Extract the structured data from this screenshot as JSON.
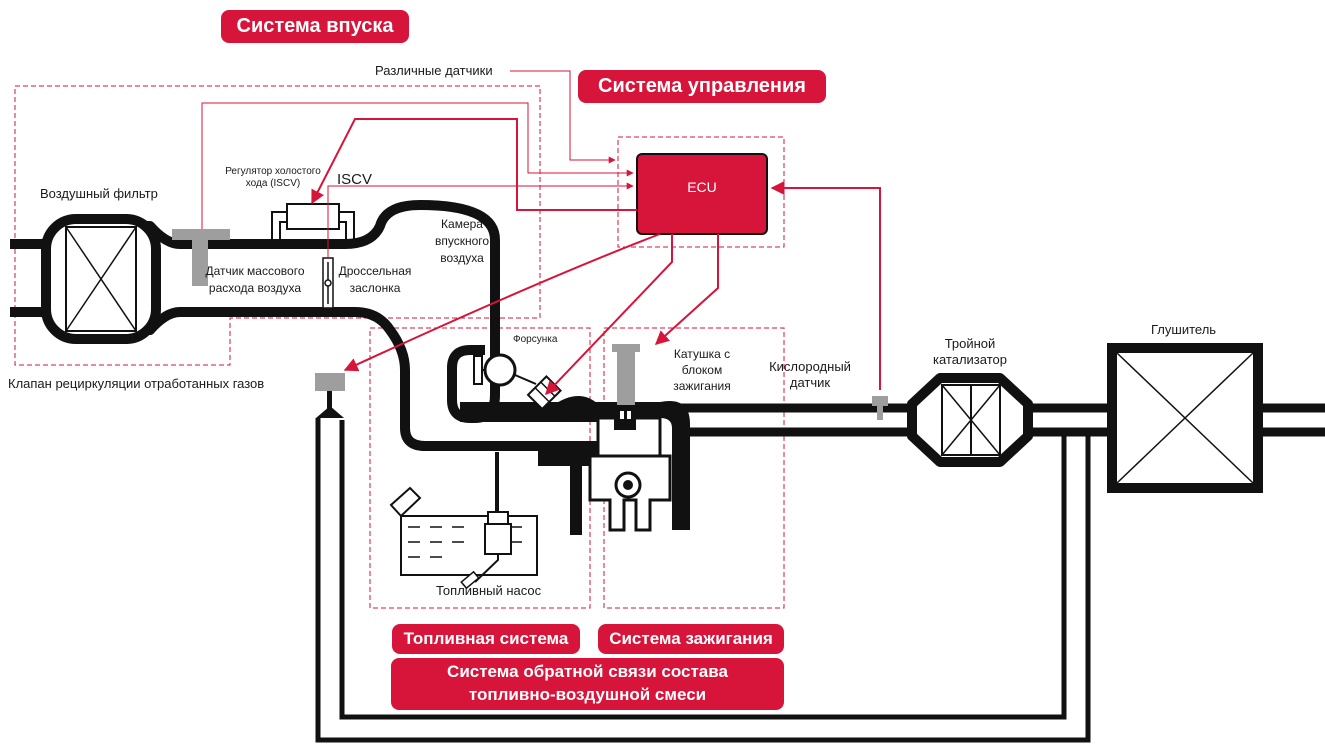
{
  "colors": {
    "accent": "#d7143a",
    "pipe": "#111111",
    "sensor": "#9e9e9e"
  },
  "headings": {
    "intake": "Система впуска",
    "control": "Система управления",
    "fuel": "Топливная система",
    "ignition": "Система зажигания",
    "feedback_line1": "Система обратной связи состава",
    "feedback_line2": "топливно-воздушной смеси"
  },
  "ecu": {
    "label": "ECU"
  },
  "labels": {
    "various_sensors": "Различные датчики",
    "iscv_desc_line1": "Регулятор холостого",
    "iscv_desc_line2": "хода (ISCV)",
    "iscv": "ISCV",
    "air_filter": "Воздушный фильтр",
    "intake_chamber_line1": "Камера",
    "intake_chamber_line2": "впускного",
    "intake_chamber_line3": "воздуха",
    "maf_line1": "Датчик массового",
    "maf_line2": "расхода воздуха",
    "throttle_line1": "Дроссельная",
    "throttle_line2": "заслонка",
    "egr": "Клапан рециркуляции отработанных газов",
    "injector": "Форсунка",
    "coil_line1": "Катушка с",
    "coil_line2": "блоком",
    "coil_line3": "зажигания",
    "oxygen_line1": "Кислородный",
    "oxygen_line2": "датчик",
    "catalyst_line1": "Тройной",
    "catalyst_line2": "катализатор",
    "muffler": "Глушитель",
    "fuel_pump": "Топливный насос"
  },
  "icons": [
    "air-filter-icon",
    "maf-sensor-icon",
    "throttle-valve-icon",
    "iscv-valve-icon",
    "egr-valve-icon",
    "injector-icon",
    "ignition-coil-icon",
    "engine-icon",
    "fuel-tank-icon",
    "fuel-pump-icon",
    "oxygen-sensor-icon",
    "catalyst-icon",
    "muffler-icon"
  ]
}
